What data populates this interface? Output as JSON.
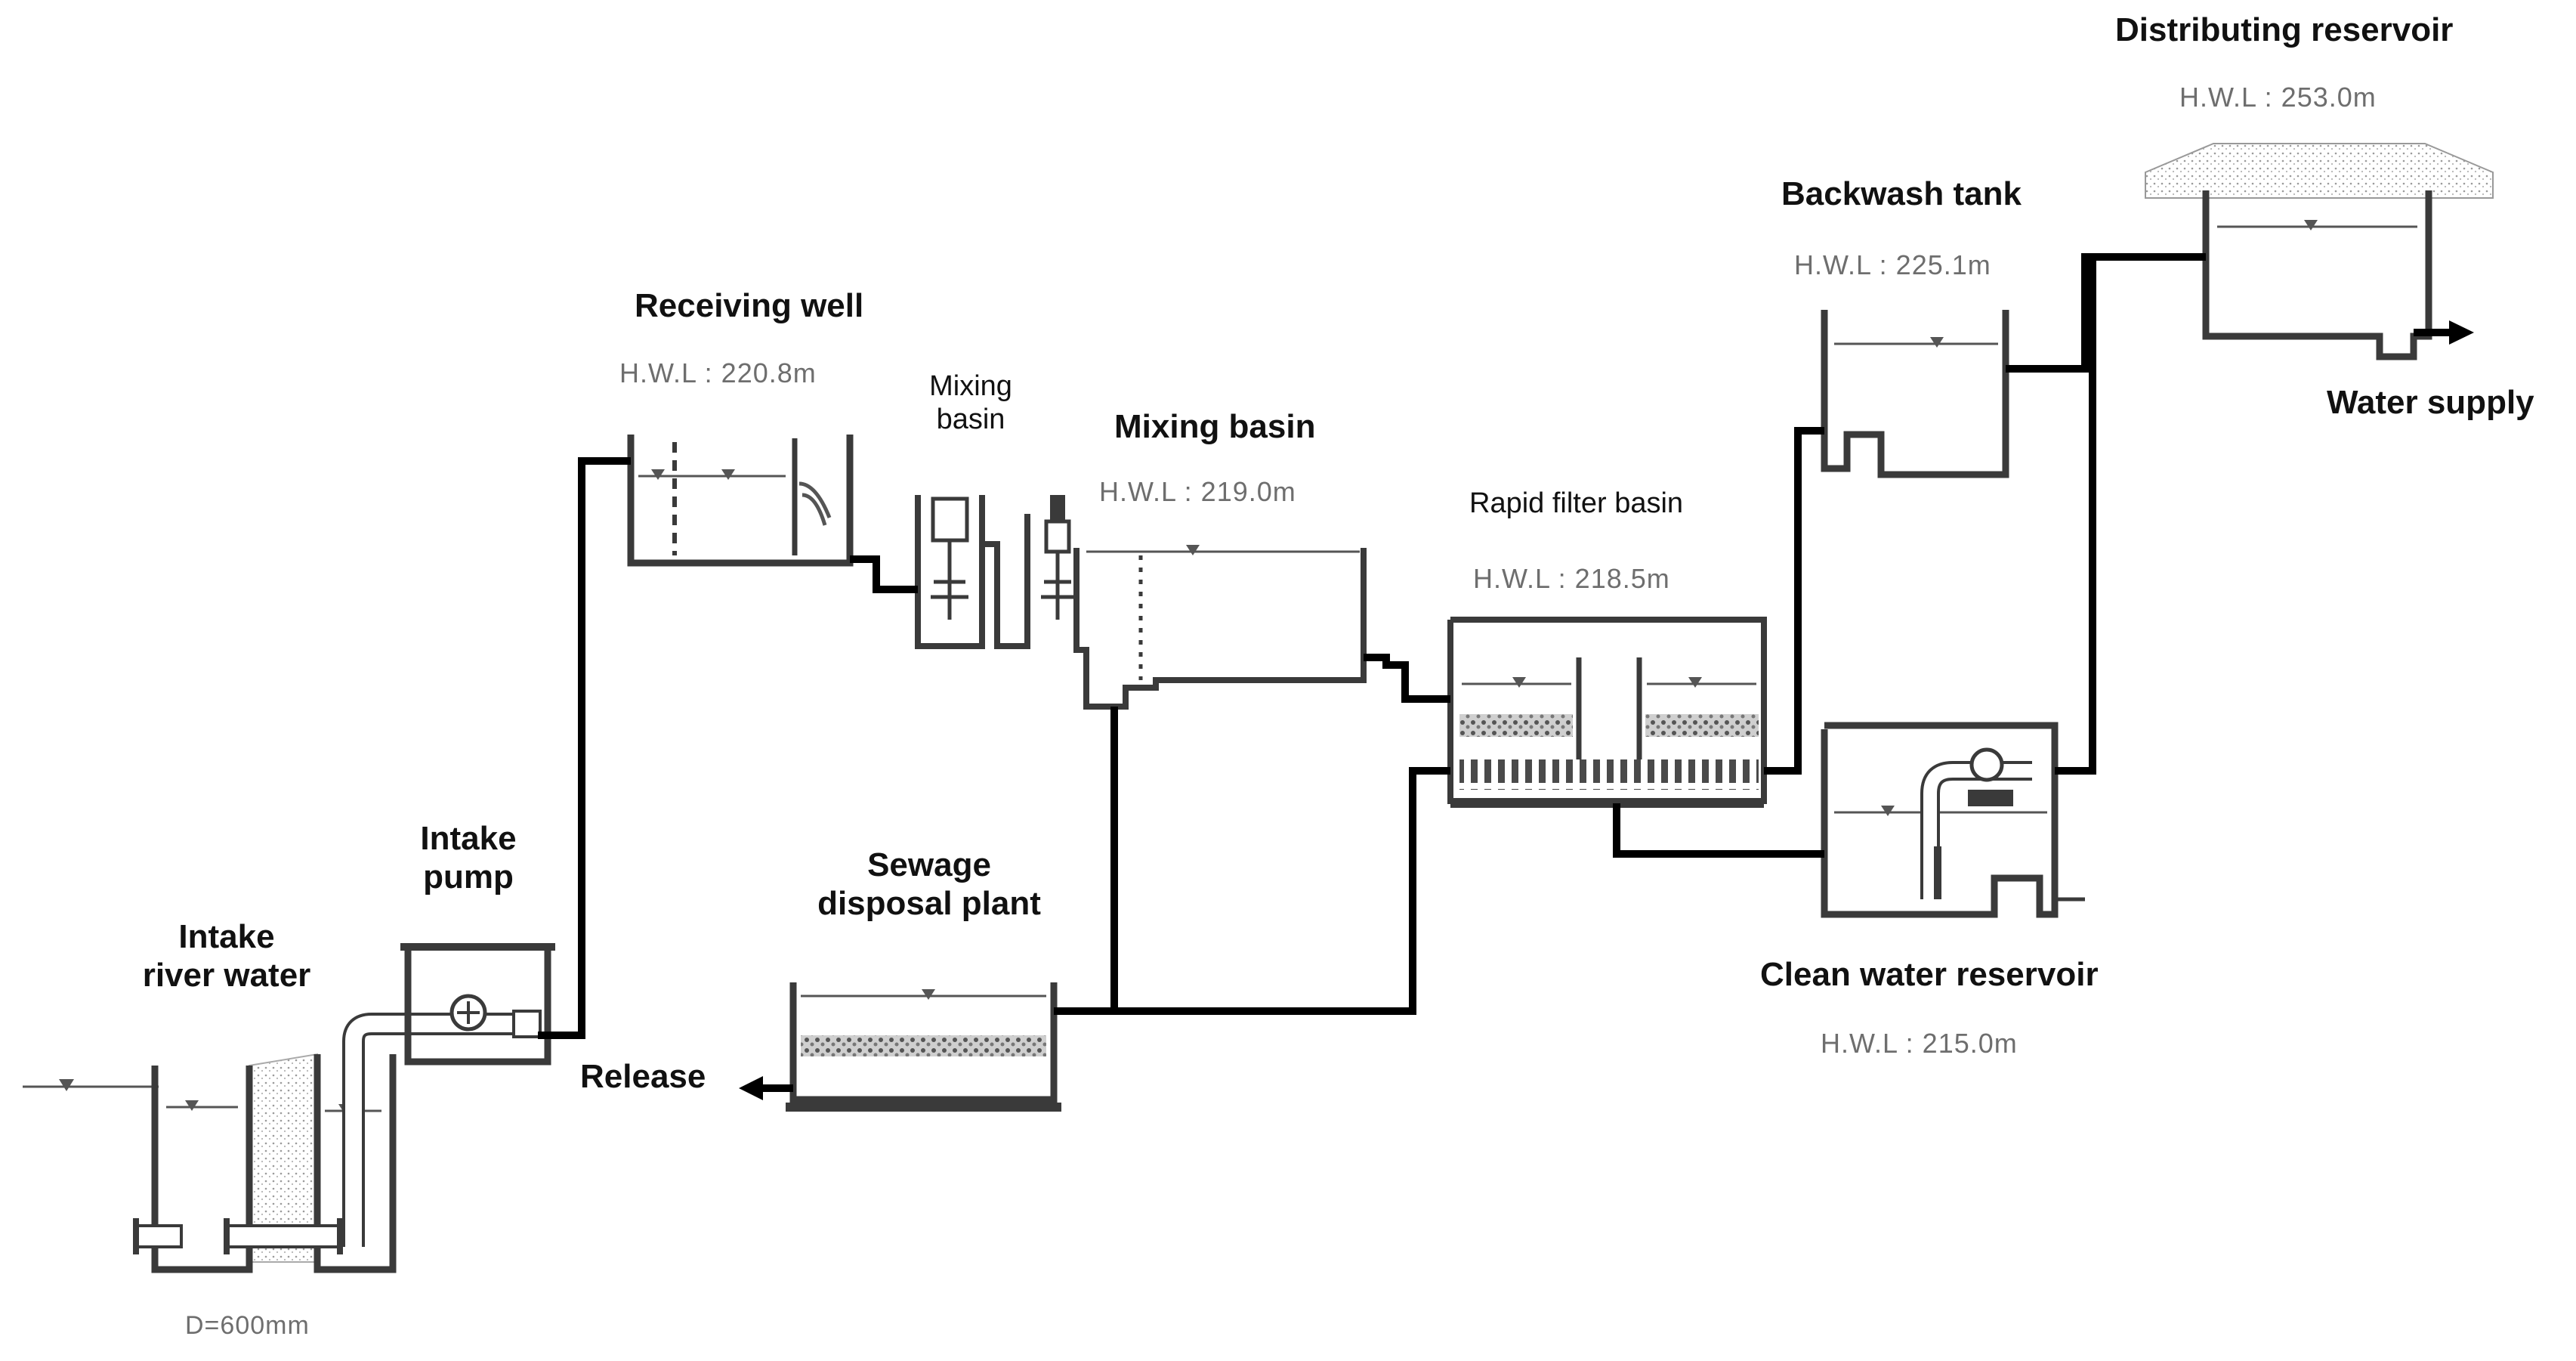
{
  "labels": {
    "intake_river_water": [
      "Intake",
      "river water"
    ],
    "intake_pump": [
      "Intake",
      "pump"
    ],
    "receiving_well": "Receiving well",
    "mixing_basin_small": [
      "Mixing",
      "basin"
    ],
    "mixing_basin": "Mixing basin",
    "rapid_filter_basin": "Rapid filter basin",
    "sewage_disposal_plant": [
      "Sewage",
      "disposal plant"
    ],
    "release": "Release",
    "backwash_tank": "Backwash tank",
    "clean_water_reservoir": "Clean water reservoir",
    "distributing_reservoir": "Distributing reservoir",
    "water_supply": "Water supply",
    "pipe_diameter": "D=600mm"
  },
  "hwl": {
    "receiving_well": "H.W.L : 220.8m",
    "mixing_basin": "H.W.L : 219.0m",
    "rapid_filter_basin": "H.W.L : 218.5m",
    "backwash_tank": "H.W.L : 225.1m",
    "clean_water_reservoir": "H.W.L : 215.0m",
    "distributing_reservoir": "H.W.L : 253.0m"
  },
  "colors": {
    "pipe": "#000000",
    "tank_wall": "#3a3a3a",
    "water_line": "#555555",
    "hwl_text": "#6e6e6e",
    "gravel": "#8a8a8a",
    "embankment": "#d8d8d8"
  }
}
